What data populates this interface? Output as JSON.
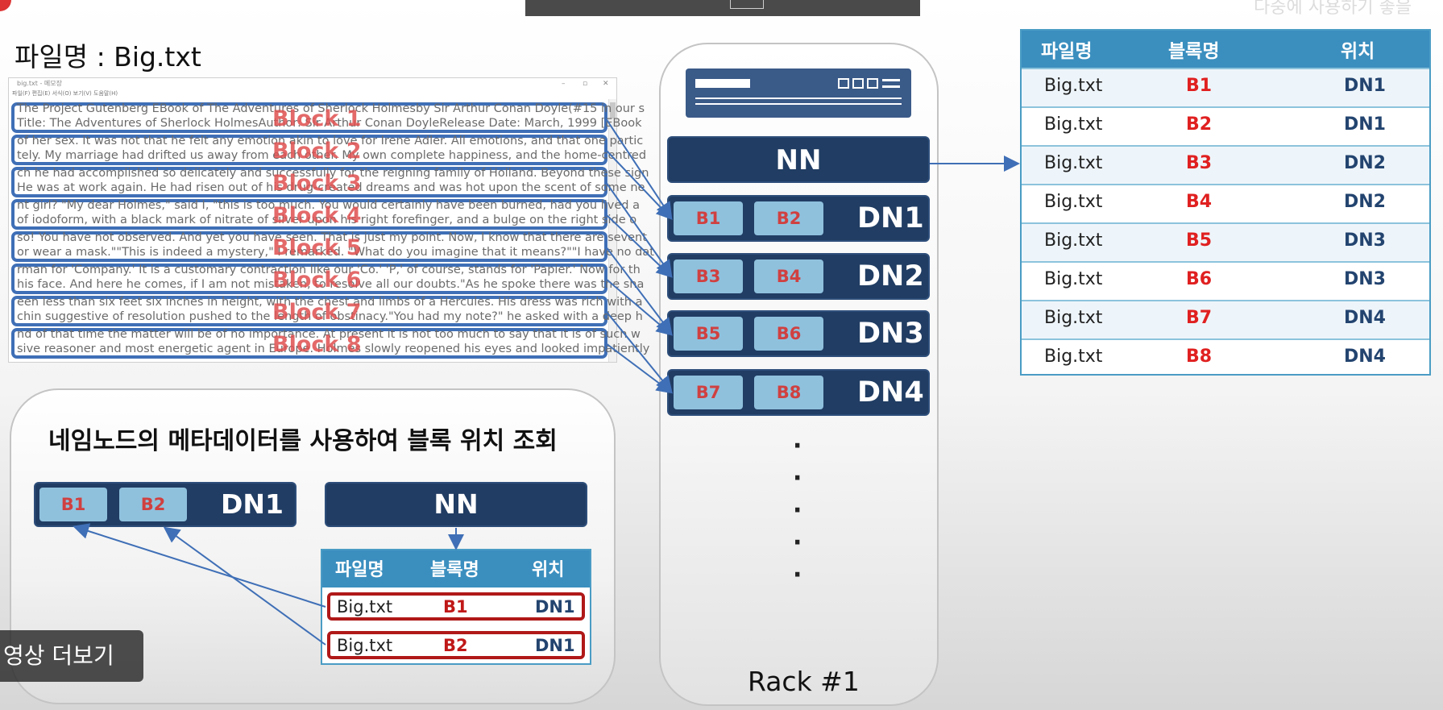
{
  "file_title": "파일명 : Big.txt",
  "top_right_text": "다중에 사용하기 좋을",
  "notepad": {
    "title": "big.txt - 메모장",
    "menu": "파일(F)  편집(E)  서식(O)  보기(V)  도움말(H)",
    "blocks": [
      {
        "label": "Block 1",
        "line1": "The Project Gutenberg EBook of The Adventures of Sherlock Holmesby Sir Arthur Conan Doyle(#15 in our s",
        "line2": "Title: The Adventures of Sherlock HolmesAuthor: Sir Arthur Conan DoyleRelease Date: March, 1999  [EBook"
      },
      {
        "label": "Block 2",
        "line1": "of her sex. It was not that he felt any emotion akin to love for Irene Adler. All emotions, and that one partic",
        "line2": "tely. My marriage had drifted us away from each other. My own complete happiness, and the home-centred"
      },
      {
        "label": "Block 3",
        "line1": "ch he had accomplished so delicately and successfully for the reigning family of Holland. Beyond these sign",
        "line2": "He was at work again. He had risen out of his drug-created dreams and was hot upon the scent of some ne"
      },
      {
        "label": "Block 4",
        "line1": "nt girl? \"My dear Holmes,\" said I, \"this is too much. You would certainly have been burned, had you lived a",
        "line2": "of iodoform, with a black mark of nitrate of silver upon his right forefinger, and a bulge on the right side o"
      },
      {
        "label": "Block 5",
        "line1": "so! You have not observed. And yet you have seen. That is just my point. Now, I know that there are sevent",
        "line2": "or wear a mask.\"\"This is indeed a mystery,\" I remarked. \"What do you imagine that it means?\"\"I have no dat"
      },
      {
        "label": "Block 6",
        "line1": "rman for 'Company.' It is a customary contraction like our 'Co.' 'P,' of course, stands for 'Papier.' Now for th",
        "line2": "his face. And here he comes, if I am not mistaken, to resolve all our doubts.\"As he spoke there was the sha"
      },
      {
        "label": "Block 7",
        "line1": "een less than six feet six inches in height, with the chest and limbs of a Hercules. His dress was rich with a",
        "line2": "chin suggestive of resolution pushed to the length of obstinacy.\"You had my note?\" he asked with a deep h"
      },
      {
        "label": "Block 8",
        "line1": "nd of that time the matter will be of no importance. At present it is not too much to say that it is of such w",
        "line2": "sive reasoner and most energetic agent in Europe. Holmes slowly reopened his eyes and looked impatiently"
      }
    ]
  },
  "lookup_panel": {
    "title": "네임노드의 메타데이터를 사용하여 블록 위치 조회",
    "datanode": {
      "name": "DN1",
      "chips": [
        "B1",
        "B2"
      ]
    },
    "namenode": "NN",
    "table": {
      "headers": [
        "파일명",
        "블록명",
        "위치"
      ],
      "rows": [
        {
          "file": "Big.txt",
          "block": "B1",
          "loc": "DN1"
        },
        {
          "file": "Big.txt",
          "block": "B2",
          "loc": "DN1"
        }
      ]
    }
  },
  "more_video_label": "영상 더보기",
  "rack": {
    "label": "Rack #1",
    "namenode": "NN",
    "datanodes": [
      {
        "name": "DN1",
        "chips": [
          "B1",
          "B2"
        ]
      },
      {
        "name": "DN2",
        "chips": [
          "B3",
          "B4"
        ]
      },
      {
        "name": "DN3",
        "chips": [
          "B5",
          "B6"
        ]
      },
      {
        "name": "DN4",
        "chips": [
          "B7",
          "B8"
        ]
      }
    ],
    "ellipsis_dots": [
      "·",
      "·",
      "·",
      "·",
      "·"
    ]
  },
  "metadata_table": {
    "headers": [
      "파일명",
      "블록명",
      "위치"
    ],
    "rows": [
      {
        "file": "Big.txt",
        "block": "B1",
        "loc": "DN1"
      },
      {
        "file": "Big.txt",
        "block": "B2",
        "loc": "DN1"
      },
      {
        "file": "Big.txt",
        "block": "B3",
        "loc": "DN2"
      },
      {
        "file": "Big.txt",
        "block": "B4",
        "loc": "DN2"
      },
      {
        "file": "Big.txt",
        "block": "B5",
        "loc": "DN3"
      },
      {
        "file": "Big.txt",
        "block": "B6",
        "loc": "DN3"
      },
      {
        "file": "Big.txt",
        "block": "B7",
        "loc": "DN4"
      },
      {
        "file": "Big.txt",
        "block": "B8",
        "loc": "DN4"
      }
    ]
  },
  "colors": {
    "node_dark": "#213d63",
    "chip_light": "#8fc1dd",
    "block_red": "#e02020",
    "table_header": "#3b8fbf",
    "arrow": "#3f6fb6"
  }
}
